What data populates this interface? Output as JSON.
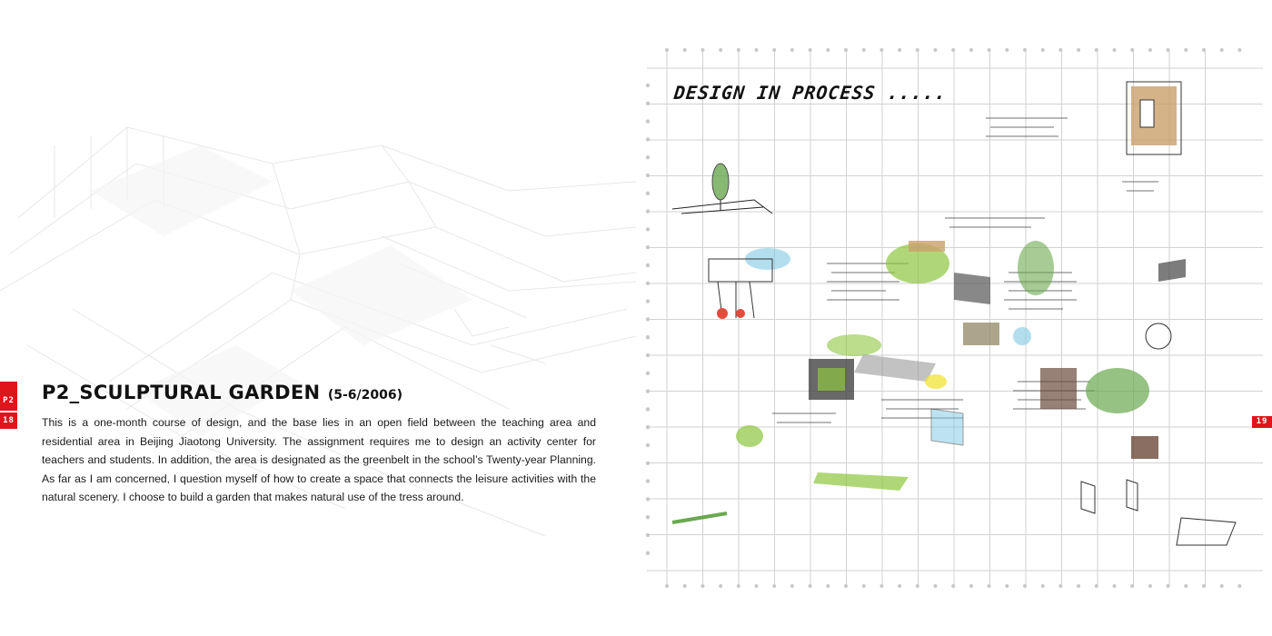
{
  "left_page": {
    "tab_section": "P2",
    "tab_page": "18",
    "title": "P2_SCULPTURAL GARDEN",
    "title_date": "(5-6/2006)",
    "body": "This is a one-month course of design, and the base lies in an open field between the teaching area and residential area in Beijing Jiaotong University. The assignment requires me to design an activity center for teachers and students. In addition, the area is designated as the greenbelt in the school’s Twenty-year Planning. As far as I am concerned, I question myself of how to create a space that connects the leisure activities with the natural scenery. I choose to build a garden that makes natural use of the tress around."
  },
  "right_page": {
    "sketch_heading": "DESIGN IN PROCESS .....",
    "tab_page": "19"
  },
  "colors": {
    "accent": "#e0141b",
    "grid_line": "#d2d2d2",
    "grid_dot": "#c8c8c8",
    "sketch_green": "#7fbf3f",
    "sketch_blue": "#7ec8e3"
  },
  "icons": {
    "background": "faint-architectural-sketch",
    "sketches": "hand-drawn-design-sketches"
  }
}
